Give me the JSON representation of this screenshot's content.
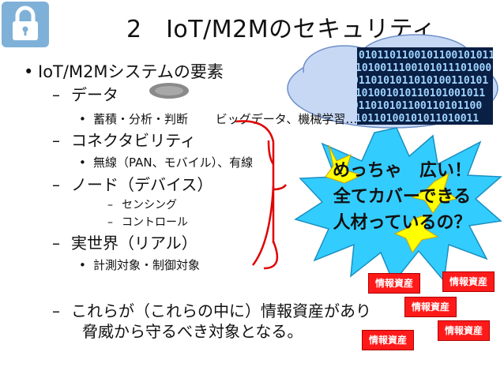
{
  "slide": {
    "title": "2　IoT/M2Mのセキュリティ",
    "items": [
      {
        "level": 1,
        "bullet": "•",
        "text": "IoT/M2Mシステムの要素"
      },
      {
        "level": 2,
        "bullet": "–",
        "text": "データ"
      },
      {
        "level": 3,
        "bullet": "•",
        "text": "蓄積・分析・判断　　 ビッグデータ、機械学習…"
      },
      {
        "level": 2,
        "bullet": "–",
        "text": "コネクタビリティ"
      },
      {
        "level": 3,
        "bullet": "•",
        "text": "無線（PAN、モバイル）、有線"
      },
      {
        "level": 2,
        "bullet": "–",
        "text": "ノード（デバイス）"
      },
      {
        "level": 4,
        "bullet": "–",
        "text": "センシング"
      },
      {
        "level": 4,
        "bullet": "–",
        "text": "コントロール"
      },
      {
        "level": 2,
        "bullet": "–",
        "text": "実世界（リアル）"
      },
      {
        "level": 3,
        "bullet": "•",
        "text": "計測対象・制御対象"
      },
      {
        "level": 2,
        "bullet": "–",
        "text": "これらが（これらの中に）情報資産があり"
      },
      {
        "level": 2,
        "bullet": "",
        "text": "脅威から守るべき対象となる。"
      }
    ],
    "burst_lines": [
      "めっちゃ　広い！",
      "全てカバーできる",
      "人材っているの？"
    ],
    "asset_tags": [
      "情報資産",
      "情報資産",
      "情報資産",
      "情報資産",
      "情報資産"
    ],
    "binary_rows": [
      "0101101100101100101011",
      "1010011100101011101000",
      "0110101011010100110101",
      "1101001010110101001011",
      "0011010101100110101100",
      "1010110100101011010011"
    ]
  },
  "colors": {
    "accent_red": "#ff1a1a",
    "burst_yellow": "#ffff00",
    "burst_blue": "#33ccff",
    "bracket_red": "#e00000",
    "lock_blue": "#7fb1d8"
  },
  "icons": [
    "padlock-icon",
    "cloud-icon",
    "gear-icon"
  ]
}
